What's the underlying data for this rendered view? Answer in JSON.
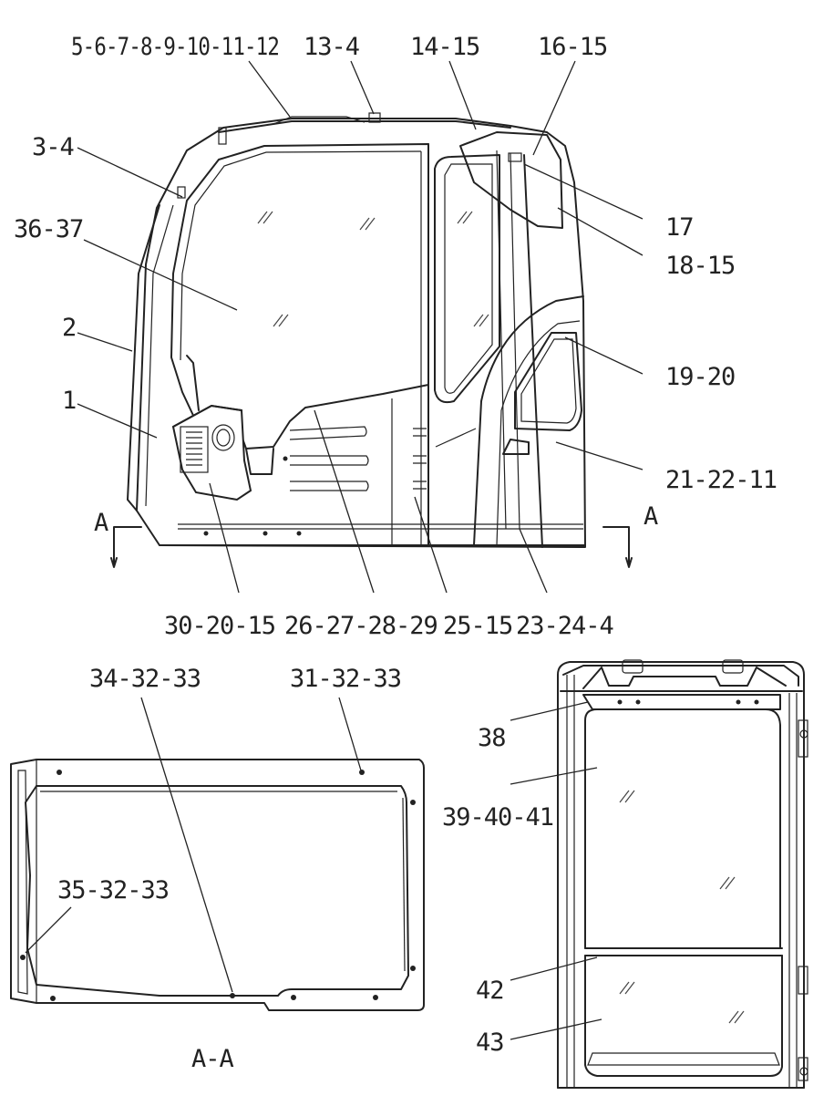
{
  "colors": {
    "line": "#222222",
    "background": "#ffffff"
  },
  "callouts": {
    "c_5_12": "5-6-7-8-9-10-11-12",
    "c_13_4": "13-4",
    "c_14_15": "14-15",
    "c_16_15": "16-15",
    "c_3_4": "3-4",
    "c_36_37": "36-37",
    "c_17": "17",
    "c_18_15": "18-15",
    "c_2": "2",
    "c_19_20": "19-20",
    "c_1": "1",
    "c_21_22_11": "21-22-11",
    "c_30_20_15": "30-20-15",
    "c_26_29": "26-27-28-29",
    "c_25_15": "25-15",
    "c_23_24_4": "23-24-4",
    "c_34_32_33": "34-32-33",
    "c_31_32_33": "31-32-33",
    "c_35_32_33": "35-32-33",
    "c_38": "38",
    "c_39_40_41": "39-40-41",
    "c_42": "42",
    "c_43": "43"
  },
  "section": {
    "marker_left": "A",
    "marker_right": "A",
    "view_label": "A-A"
  }
}
